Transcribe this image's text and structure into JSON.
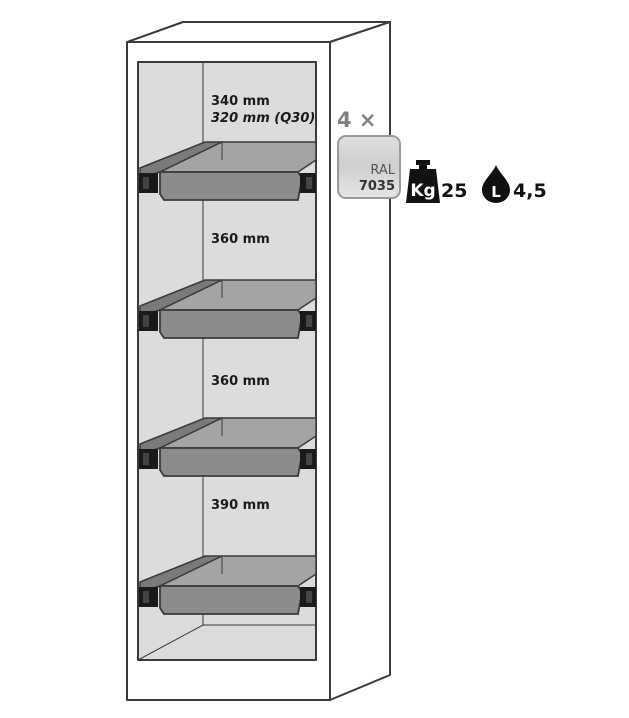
{
  "dimensions": [
    {
      "label": "340 mm",
      "sub": "320 mm (Q30)"
    },
    {
      "label": "360 mm"
    },
    {
      "label": "360 mm"
    },
    {
      "label": "390 mm"
    }
  ],
  "quantity": "4 ×",
  "color_swatch": {
    "label": "RAL",
    "code": "7035",
    "color": "#d7d7d7"
  },
  "load": {
    "icon": "weight-kg-icon",
    "unit": "Kg",
    "value": "25"
  },
  "capacity": {
    "icon": "liquid-drop-icon",
    "unit": "L",
    "value": "4,5"
  },
  "colors": {
    "interior": "#dcdcdc",
    "tray": "#8c8c8c",
    "outline": "#3a3a3a"
  }
}
